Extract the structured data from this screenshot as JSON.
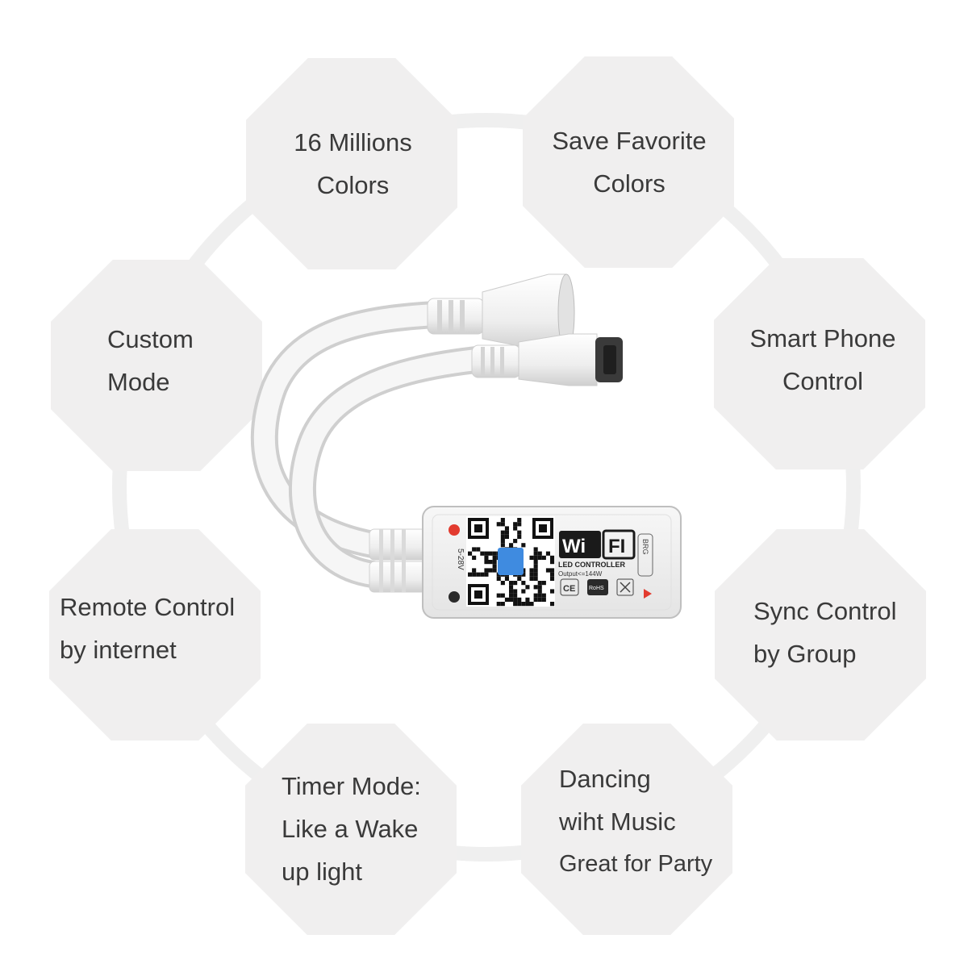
{
  "features": [
    {
      "id": "colors",
      "lines": [
        "16 Millions",
        "Colors"
      ]
    },
    {
      "id": "favorite",
      "lines": [
        "Save Favorite",
        "Colors"
      ]
    },
    {
      "id": "custom",
      "lines": [
        "Custom",
        "Mode"
      ]
    },
    {
      "id": "smartphone",
      "lines": [
        "Smart Phone",
        "Control"
      ]
    },
    {
      "id": "remote",
      "lines": [
        "Remote Control",
        "by internet"
      ]
    },
    {
      "id": "sync",
      "lines": [
        "Sync Control",
        "by Group"
      ]
    },
    {
      "id": "timer",
      "lines": [
        "Timer Mode:",
        "Like a Wake",
        "up light"
      ]
    },
    {
      "id": "music",
      "lines": [
        "Dancing",
        "wiht Music",
        "Great for Party"
      ]
    }
  ],
  "device": {
    "brand_wi": "Wi",
    "brand_fi": "FI",
    "subtitle": "LED CONTROLLER",
    "output": "Output<=144W",
    "voltage": "5-28V",
    "side_label": "BRG",
    "ce_mark": "CE",
    "rohs_mark": "RoHS",
    "colors": {
      "body": "#f2f2f2",
      "button_red": "#e23b2f",
      "button_black": "#2a2a2a",
      "qr_center": "#3f8be0"
    }
  },
  "colors": {
    "octagon": "#f0efef",
    "ring": "#efefef",
    "text": "#3a3a3a"
  }
}
